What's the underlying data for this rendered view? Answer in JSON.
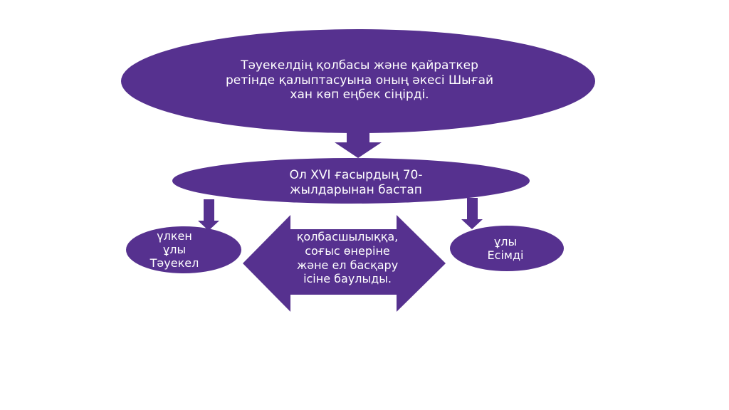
{
  "colors": {
    "shape_fill": "#56318f",
    "text": "#ffffff"
  },
  "nodes": {
    "top": {
      "lines": [
        "Тәуекелдің қолбасы және қайраткер",
        "ретінде қалыптасуына оның әкесі Шығай",
        "хан көп еңбек сіңірді."
      ]
    },
    "middle": {
      "lines": [
        "Ол XVI ғасырдың 70-",
        "жылдарынан бастап"
      ]
    },
    "left": {
      "lines": [
        "үлкен",
        "ұлы",
        "Тәуекел"
      ]
    },
    "right": {
      "lines": [
        "ұлы",
        "Есімді"
      ]
    },
    "center": {
      "lines": [
        "қолбасшылыққа,",
        "соғыс өнеріне",
        "және ел басқару",
        "ісіне баулыды."
      ]
    }
  }
}
